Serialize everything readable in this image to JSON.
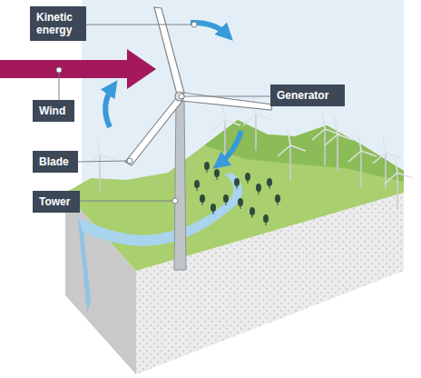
{
  "diagram": {
    "nodes": [
      {
        "text": [
          "Kinetic energy"
        ]
      },
      {
        "text": [
          "Generator"
        ]
      },
      {
        "text": [
          "Wind"
        ]
      },
      {
        "text": [
          "Blade"
        ]
      },
      {
        "text": [
          "Tower"
        ]
      }
    ]
  }
}
